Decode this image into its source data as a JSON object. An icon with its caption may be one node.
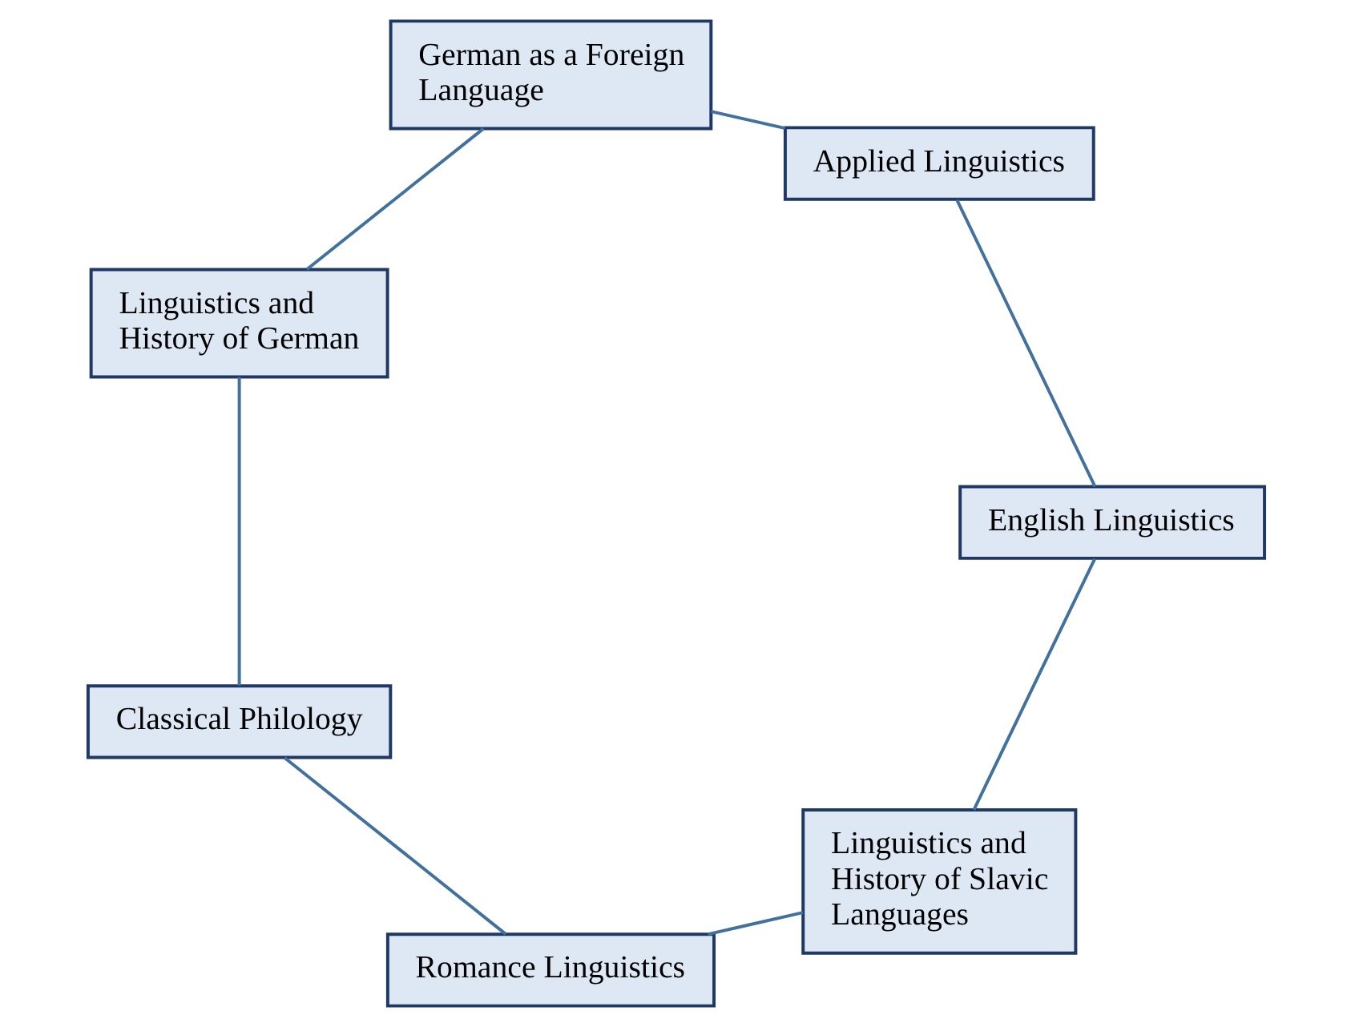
{
  "diagram": {
    "nodes": [
      {
        "text": [
          "Linguistics and History of Slavic Languages"
        ]
      },
      {
        "text": [
          "English Linguistics"
        ]
      },
      {
        "text": [
          "Romance Linguistics"
        ]
      },
      {
        "text": [
          "Applied Linguistics"
        ]
      },
      {
        "text": [
          "Classical Philology"
        ]
      },
      {
        "text": [
          "German as a Foreign Language"
        ]
      },
      {
        "text": [
          "Linguistics and History of German"
        ]
      }
    ],
    "edges": [
      {
        "from": 0,
        "to": 2,
        "arrow": "none"
      },
      {
        "from": 2,
        "to": 4,
        "arrow": "none"
      },
      {
        "from": 4,
        "to": 6,
        "arrow": "none"
      },
      {
        "from": 6,
        "to": 5,
        "arrow": "none"
      },
      {
        "from": 5,
        "to": 3,
        "arrow": "none"
      },
      {
        "from": 3,
        "to": 1,
        "arrow": "none"
      },
      {
        "from": 1,
        "to": 0,
        "arrow": "none"
      }
    ]
  }
}
